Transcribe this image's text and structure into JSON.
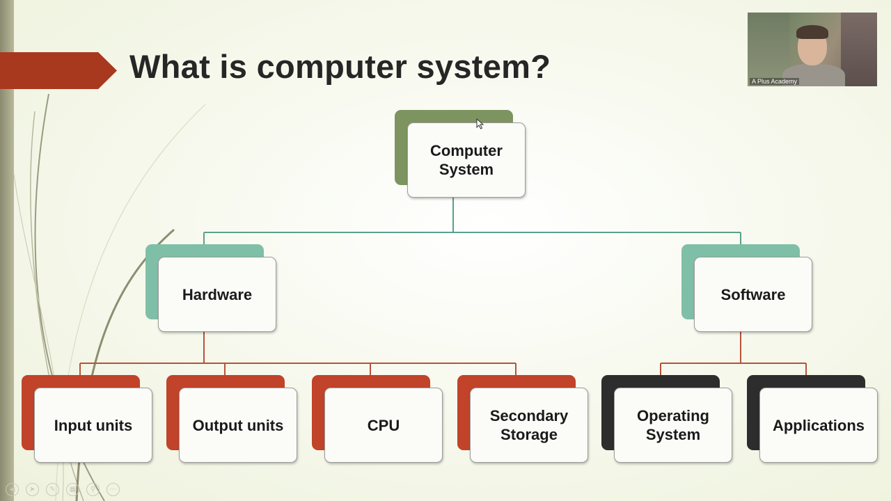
{
  "slide": {
    "title": "What is computer system?",
    "accent_color": "#a8391e"
  },
  "webcam": {
    "label": "A Plus Academy"
  },
  "diagram": {
    "root": {
      "label": "Computer\nSystem",
      "back_color": "#7e9460"
    },
    "branches": [
      {
        "label": "Hardware",
        "back_color": "#7fbfa8",
        "children": [
          {
            "label": "Input units",
            "back_color": "#c0432a"
          },
          {
            "label": "Output units",
            "back_color": "#c0432a"
          },
          {
            "label": "CPU",
            "back_color": "#c0432a"
          },
          {
            "label": "Secondary\nStorage",
            "back_color": "#c0432a"
          }
        ]
      },
      {
        "label": "Software",
        "back_color": "#7fbfa8",
        "children": [
          {
            "label": "Operating\nSystem",
            "back_color": "#2d2d2d"
          },
          {
            "label": "Applications",
            "back_color": "#2d2d2d"
          }
        ]
      }
    ]
  },
  "toolbar": {
    "icons": [
      "prev-icon",
      "pointer-icon",
      "pen-icon",
      "grid-icon",
      "zoom-icon",
      "more-icon"
    ]
  }
}
